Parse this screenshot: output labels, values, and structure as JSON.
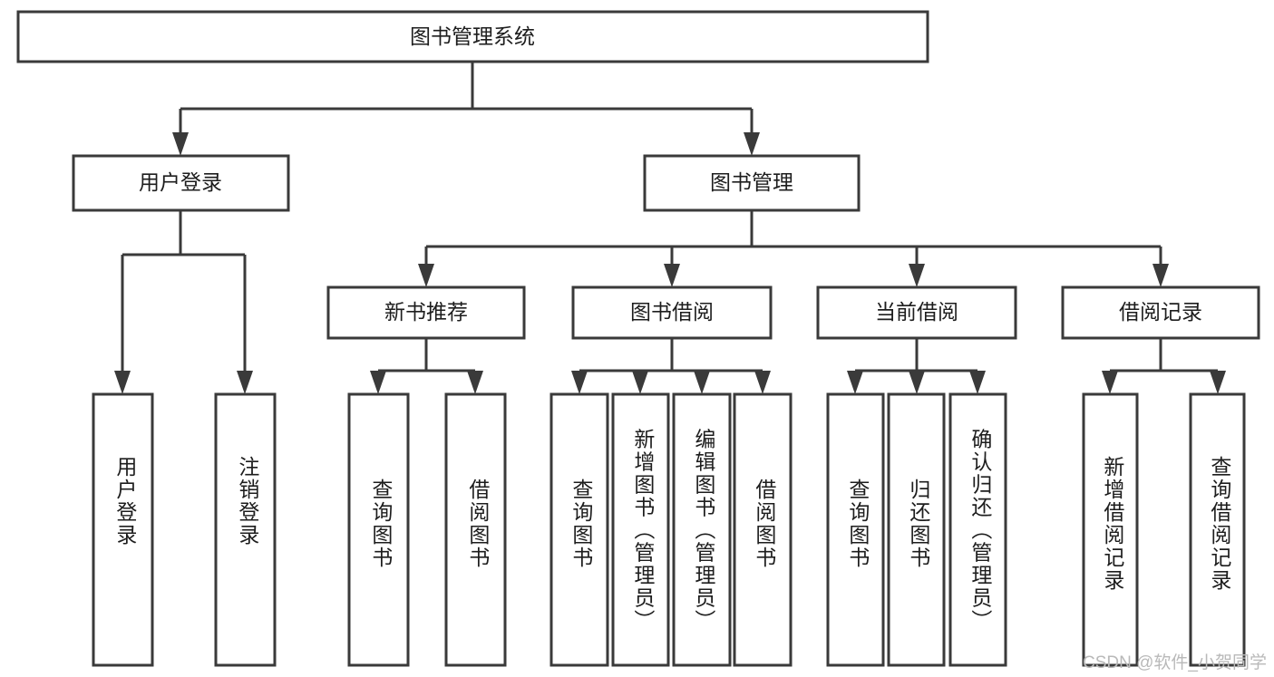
{
  "diagram": {
    "type": "tree",
    "title": "图书管理系统",
    "orientation": "top-down",
    "levels": 4,
    "colors": {
      "box_stroke": "#3a3a3a",
      "box_fill": "#ffffff",
      "edge": "#3a3a3a",
      "label": "#1d1d1d",
      "watermark": "#b9b9b9"
    },
    "nodes": {
      "root": {
        "label": "图书管理系统"
      },
      "l2": [
        {
          "label": "用户登录"
        },
        {
          "label": "图书管理"
        }
      ],
      "l3": [
        {
          "label": "新书推荐"
        },
        {
          "label": "图书借阅"
        },
        {
          "label": "当前借阅"
        },
        {
          "label": "借阅记录"
        }
      ],
      "leaves_user_login": [
        {
          "label": "用户登录"
        },
        {
          "label": "注销登录"
        }
      ],
      "leaves_new_book": [
        {
          "label": "查询图书"
        },
        {
          "label": "借阅图书"
        }
      ],
      "leaves_borrow": [
        {
          "label": "查询图书"
        },
        {
          "label": "新增图书（管理员）"
        },
        {
          "label": "编辑图书（管理员）"
        },
        {
          "label": "借阅图书"
        }
      ],
      "leaves_current": [
        {
          "label": "查询图书"
        },
        {
          "label": "归还图书"
        },
        {
          "label": "确认归还（管理员）"
        }
      ],
      "leaves_record": [
        {
          "label": "新增借阅记录"
        },
        {
          "label": "查询借阅记录"
        }
      ]
    },
    "edges": [
      {
        "from": "图书管理系统",
        "to": "用户登录"
      },
      {
        "from": "图书管理系统",
        "to": "图书管理"
      },
      {
        "from": "用户登录",
        "to": "用户登录"
      },
      {
        "from": "用户登录",
        "to": "注销登录"
      },
      {
        "from": "图书管理",
        "to": "新书推荐"
      },
      {
        "from": "图书管理",
        "to": "图书借阅"
      },
      {
        "from": "图书管理",
        "to": "当前借阅"
      },
      {
        "from": "图书管理",
        "to": "借阅记录"
      },
      {
        "from": "新书推荐",
        "to": "查询图书"
      },
      {
        "from": "新书推荐",
        "to": "借阅图书"
      },
      {
        "from": "图书借阅",
        "to": "查询图书"
      },
      {
        "from": "图书借阅",
        "to": "新增图书（管理员）"
      },
      {
        "from": "图书借阅",
        "to": "编辑图书（管理员）"
      },
      {
        "from": "图书借阅",
        "to": "借阅图书"
      },
      {
        "from": "当前借阅",
        "to": "查询图书"
      },
      {
        "from": "当前借阅",
        "to": "归还图书"
      },
      {
        "from": "当前借阅",
        "to": "确认归还（管理员）"
      },
      {
        "from": "借阅记录",
        "to": "新增借阅记录"
      },
      {
        "from": "借阅记录",
        "to": "查询借阅记录"
      }
    ]
  },
  "watermark": {
    "text": "CSDN @软件_小贺同学"
  }
}
